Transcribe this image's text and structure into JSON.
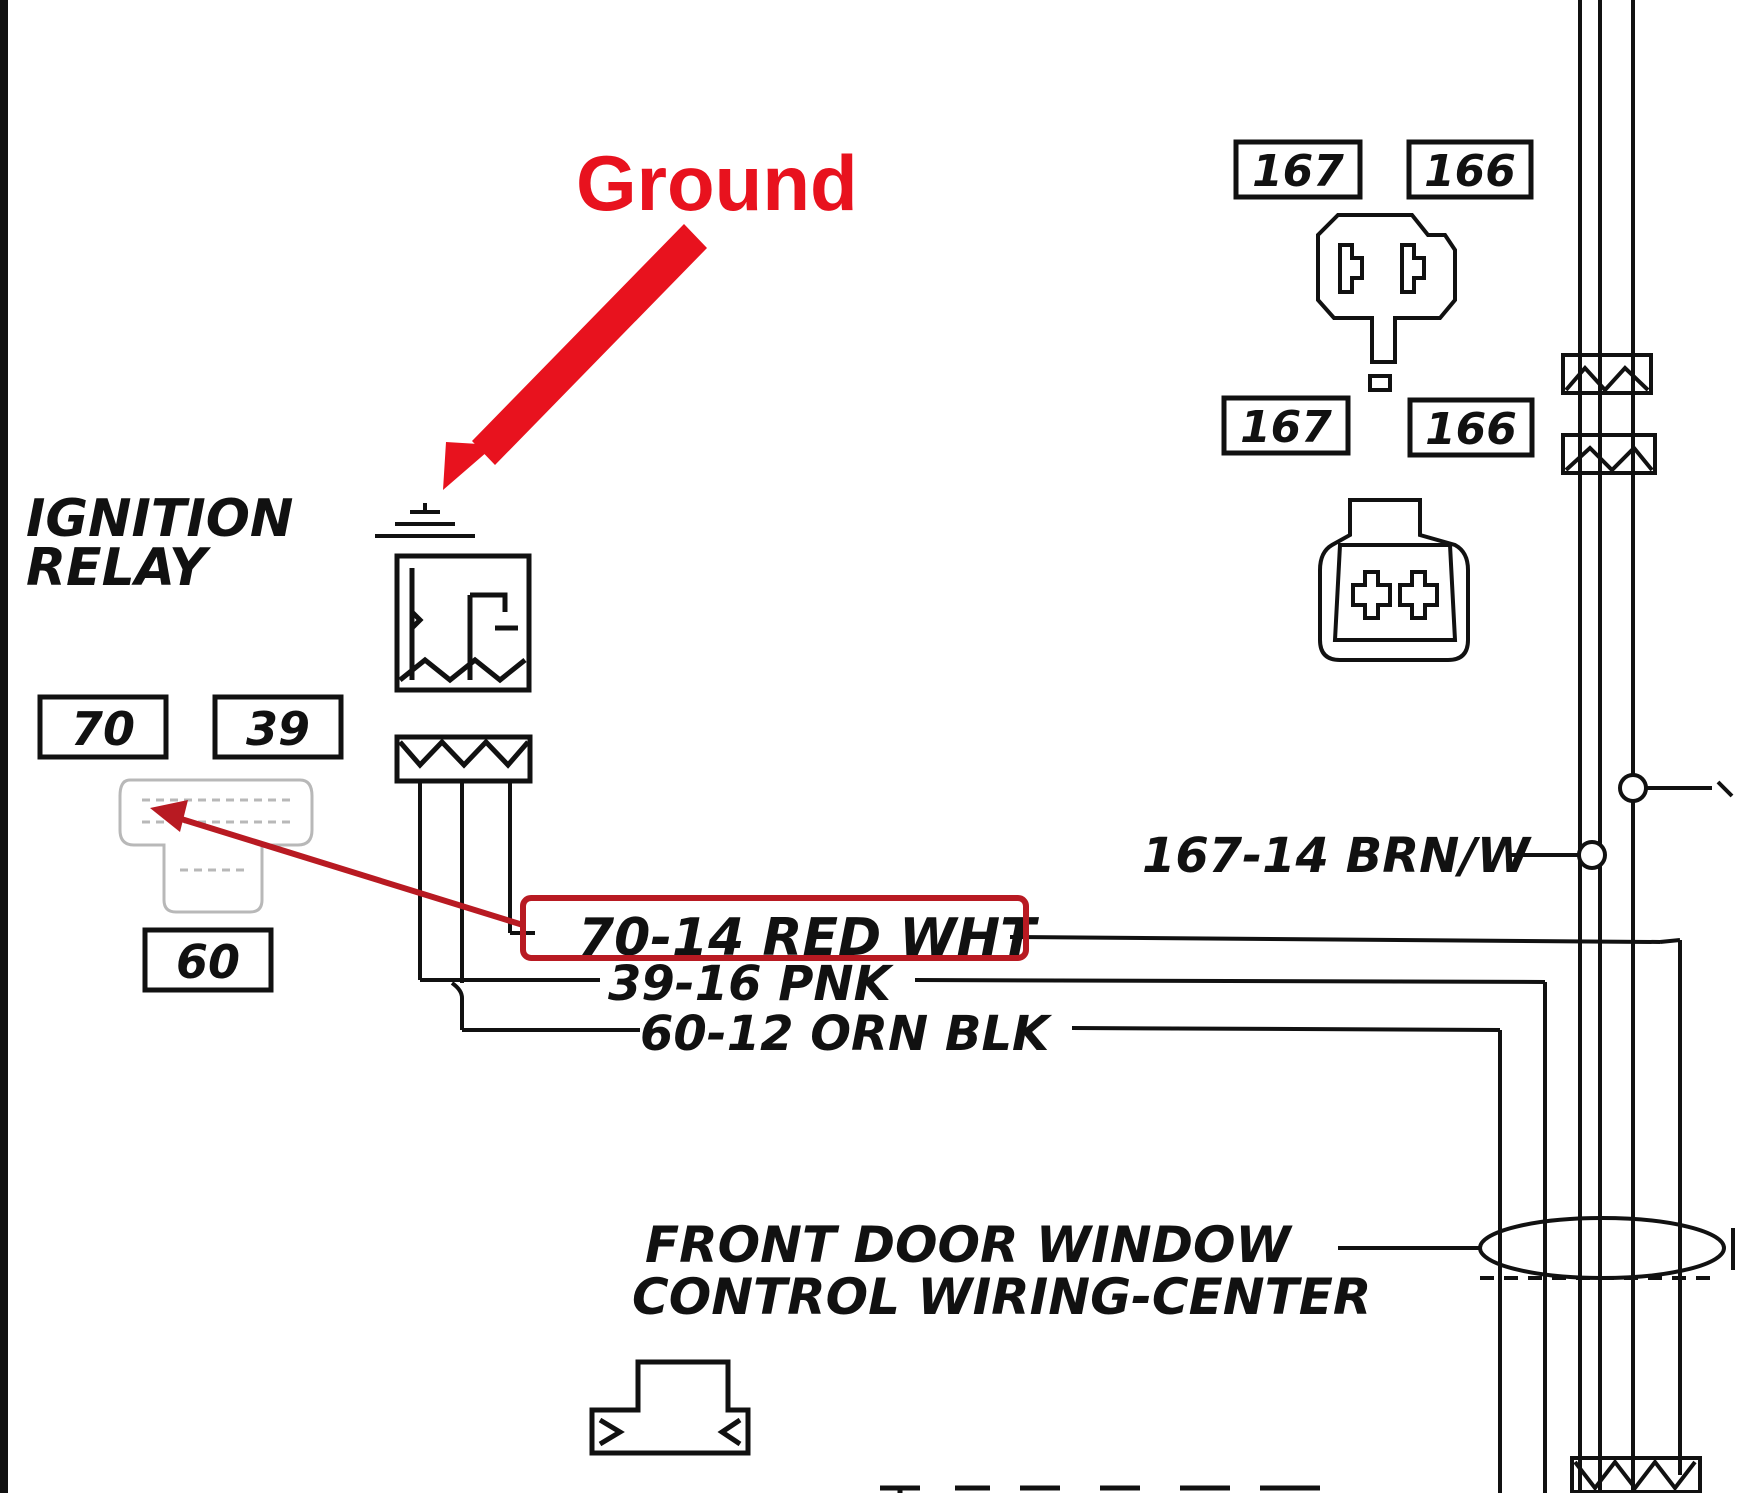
{
  "annotations": {
    "ground_label": "Ground",
    "red": "#e8121e",
    "dark_red": "#b81a22"
  },
  "relay": {
    "title_line1": "IGNITION",
    "title_line2": "RELAY"
  },
  "terminals": {
    "t70": "70",
    "t39": "39",
    "t60": "60"
  },
  "wires": {
    "w70": "70-14 RED WHT",
    "w39": "39-16 PNK",
    "w60": "60-12 ORN BLK",
    "w167": "167-14 BRN/W"
  },
  "connectors": {
    "upper_left": "167",
    "upper_right": "166",
    "lower_left": "167",
    "lower_right": "166"
  },
  "wiring_center": {
    "line1": "FRONT DOOR WINDOW",
    "line2": "CONTROL WIRING-CENTER"
  }
}
